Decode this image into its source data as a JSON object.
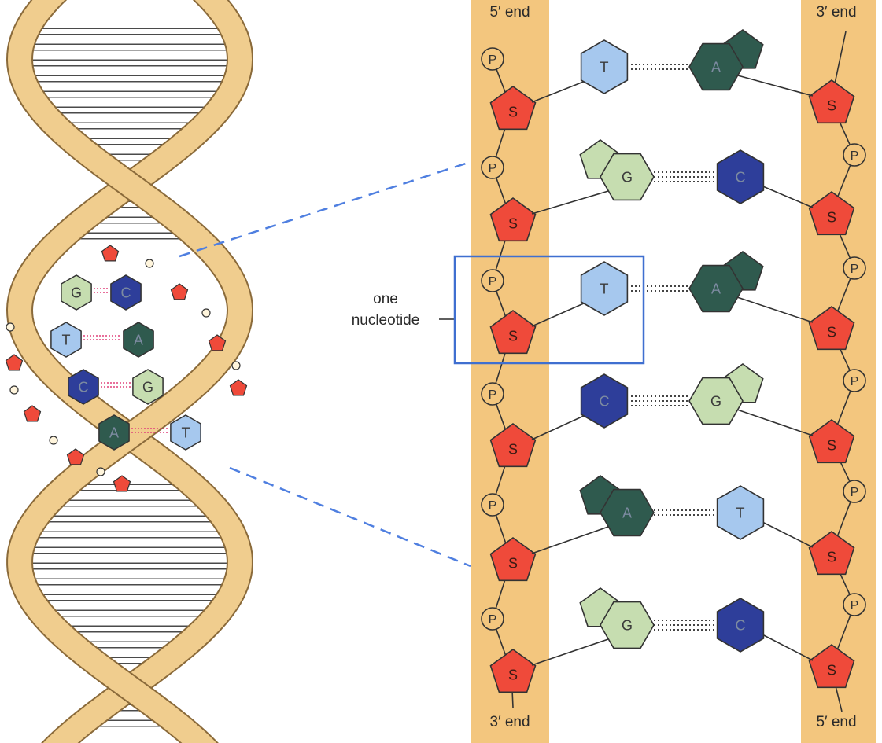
{
  "labels": {
    "left_top": "5′ end",
    "right_top": "3′ end",
    "left_bottom": "3′ end",
    "right_bottom": "5′ end",
    "nucleotide_line1": "one",
    "nucleotide_line2": "nucleotide"
  },
  "symbols": {
    "phosphate": "P",
    "sugar": "S"
  },
  "pairs": [
    {
      "left": "T",
      "right": "A"
    },
    {
      "left": "G",
      "right": "C"
    },
    {
      "left": "T",
      "right": "A"
    },
    {
      "left": "C",
      "right": "G"
    },
    {
      "left": "A",
      "right": "T"
    },
    {
      "left": "G",
      "right": "C"
    }
  ],
  "helix_pairs": [
    {
      "left": "G",
      "right": "C"
    },
    {
      "left": "T",
      "right": "A"
    },
    {
      "left": "C",
      "right": "G"
    },
    {
      "left": "A",
      "right": "T"
    }
  ],
  "colors": {
    "backbone": "#f3c67e",
    "ribbon": "#f0cd8e",
    "ribbon_edge": "#8a6a3a",
    "sugar": "#ef4a3a",
    "T": "#a6c8ee",
    "A": "#2f5a4e",
    "G": "#c6ddb0",
    "C": "#2e3e9a",
    "selection": "#3f6fd0",
    "dash": "#4f7fe0",
    "h_bond": "#444444",
    "h_bond_helix": "#e0407a"
  }
}
